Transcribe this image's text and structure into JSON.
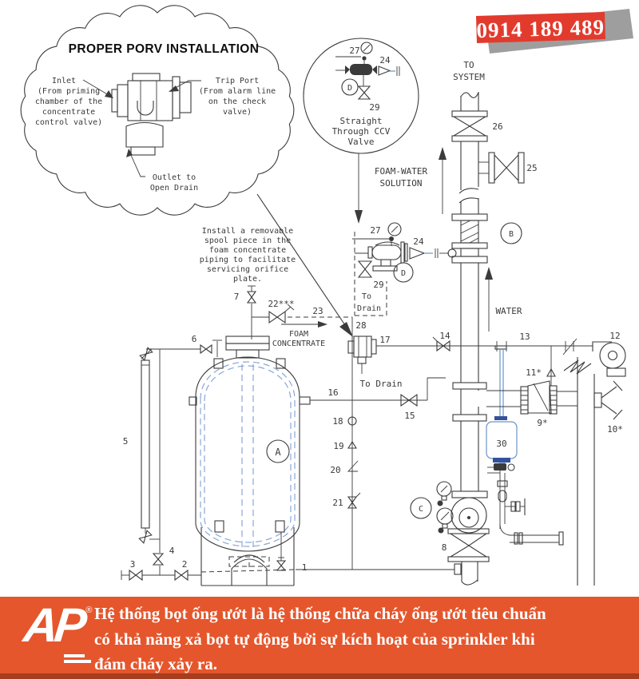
{
  "phone": {
    "number": "0914 189 489"
  },
  "cloud": {
    "title": "PROPER PORV INSTALLATION",
    "inlet_lines": [
      "Inlet",
      "(From priming",
      "chamber of the",
      "concentrate",
      "control valve)"
    ],
    "trip_lines": [
      "Trip Port",
      "(From alarm line",
      "on the check",
      "valve)"
    ],
    "outlet_lines": [
      "Outlet to",
      "Open Drain"
    ]
  },
  "detail_circle": {
    "lines": [
      "Straight",
      "Through CCV",
      "Valve"
    ]
  },
  "note": {
    "lines": [
      "Install a removable",
      "spool piece in the",
      "foam concentrate",
      "piping to facilitate",
      "servicing orifice",
      "plate."
    ]
  },
  "flow": {
    "to_system": [
      "TO",
      "SYSTEM"
    ],
    "foam_water": [
      "FOAM-WATER",
      "SOLUTION"
    ],
    "water": "WATER",
    "foam_concentrate": [
      "FOAM",
      "CONCENTRATE"
    ],
    "to_drain_stacked": [
      "To",
      "Drain"
    ],
    "to_drain_inline": "To Drain",
    "to_drain_mid": "To Drain"
  },
  "parts": {
    "p1": "1",
    "p2": "2",
    "p3": "3",
    "p4": "4",
    "p5": "5",
    "p6": "6",
    "p7": "7",
    "p8": "8",
    "p9": "9*",
    "p10": "10*",
    "p11": "11*",
    "p12": "12",
    "p13": "13",
    "p14": "14",
    "p15": "15",
    "p16": "16",
    "p17": "17",
    "p18": "18",
    "p19": "19",
    "p20": "20",
    "p21": "21",
    "p22": "22***",
    "p23": "23",
    "p24": "24",
    "p25": "25",
    "p26": "26",
    "p27": "27",
    "p28": "28",
    "p29": "29",
    "p30": "30"
  },
  "letters": {
    "A": "A",
    "B": "B",
    "C": "C",
    "D": "D"
  },
  "banner": {
    "logo_text": "AP",
    "reg": "®",
    "lines": [
      "Hệ thống bọt ống ướt là hệ thống chữa cháy ống ướt tiêu chuẩn",
      "có khả năng xả bọt tự động bởi sự kích hoạt của sprinkler khi",
      "đám cháy xảy ra."
    ]
  }
}
